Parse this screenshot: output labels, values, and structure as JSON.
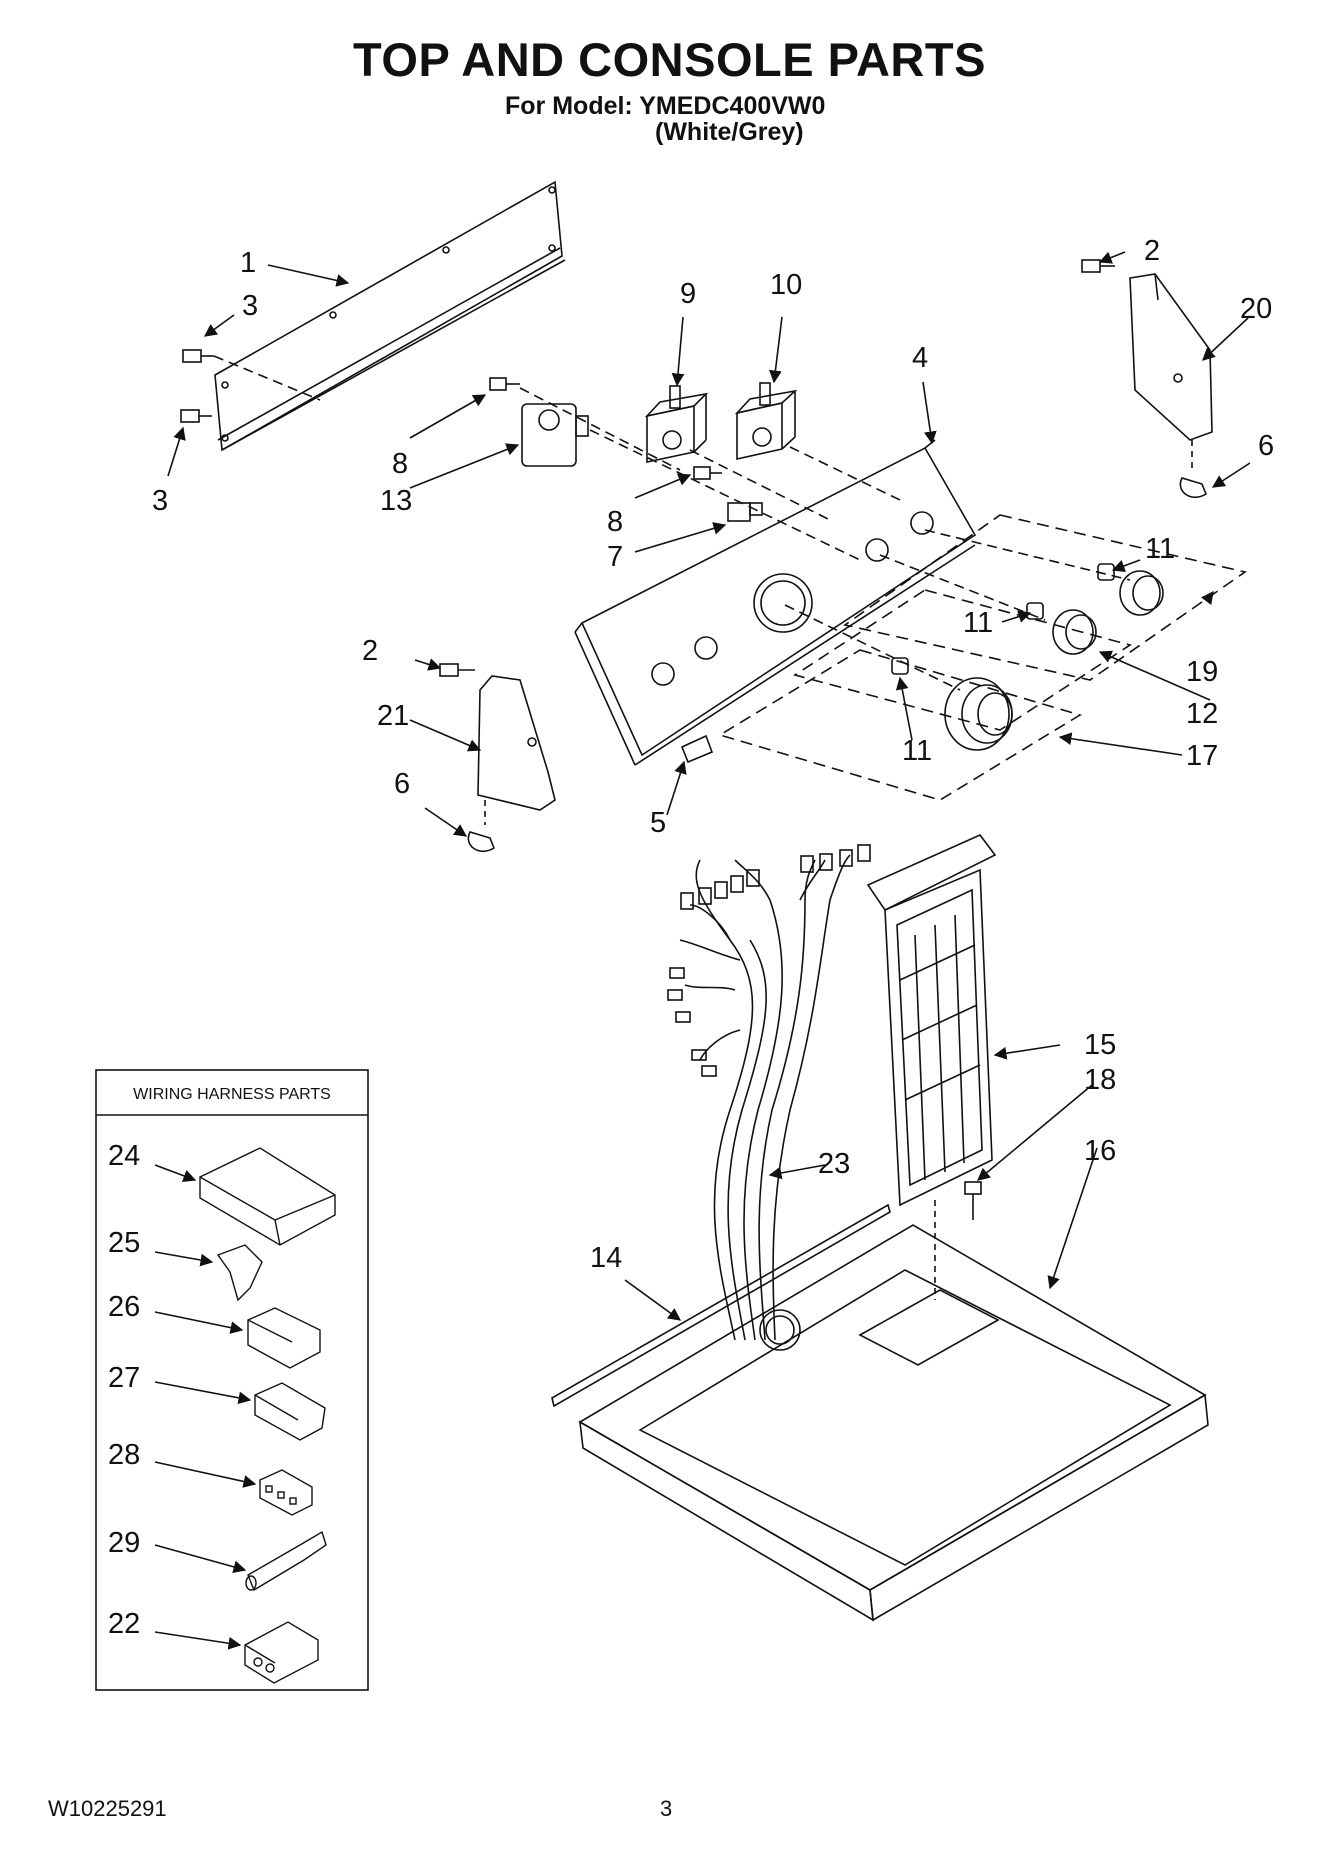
{
  "header": {
    "title": "TOP AND CONSOLE PARTS",
    "model_line": "For Model: YMEDC400VW0",
    "color_line": "(White/Grey)"
  },
  "footer": {
    "document_number": "W10225291",
    "page_number": "3"
  },
  "wiring_box": {
    "title": "WIRING HARNESS PARTS"
  },
  "callouts": {
    "p1": "1",
    "p2a": "2",
    "p2b": "2",
    "p3a": "3",
    "p3b": "3",
    "p4": "4",
    "p5": "5",
    "p6a": "6",
    "p6b": "6",
    "p7": "7",
    "p8a": "8",
    "p8b": "8",
    "p9": "9",
    "p10": "10",
    "p11a": "11",
    "p11b": "11",
    "p11c": "11",
    "p12": "12",
    "p13": "13",
    "p14": "14",
    "p15": "15",
    "p16": "16",
    "p17": "17",
    "p18": "18",
    "p19": "19",
    "p20": "20",
    "p21": "21",
    "p22": "22",
    "p23": "23",
    "p24": "24",
    "p25": "25",
    "p26": "26",
    "p27": "27",
    "p28": "28",
    "p29": "29"
  }
}
